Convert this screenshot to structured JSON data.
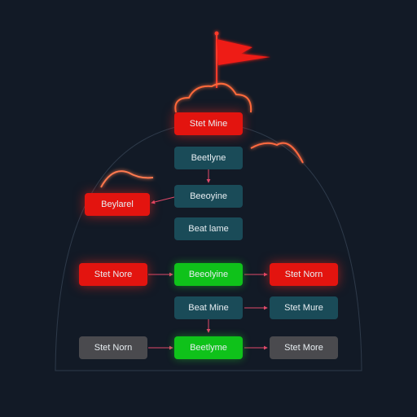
{
  "diagram": {
    "nodes": {
      "top": "Stet Mine",
      "r1": "Beetlyne",
      "left1": "Beylarel",
      "r2": "Beeoyine",
      "r3": "Beat lame",
      "left2": "Stet Nore",
      "r4": "Beeolyine",
      "right4": "Stet Norn",
      "r5": "Beat Mine",
      "right5": "Stet Mure",
      "left6": "Stet Norn",
      "r6": "Beetlyme",
      "right6": "Stet More"
    },
    "colors": {
      "red": "#e3140f",
      "teal": "#1a4b58",
      "green": "#0fc21a",
      "gray": "#4a4a4e",
      "arrow": "#e04a6a",
      "background": "#121a26"
    },
    "icons": [
      "flag-icon",
      "cloud-icon"
    ]
  }
}
